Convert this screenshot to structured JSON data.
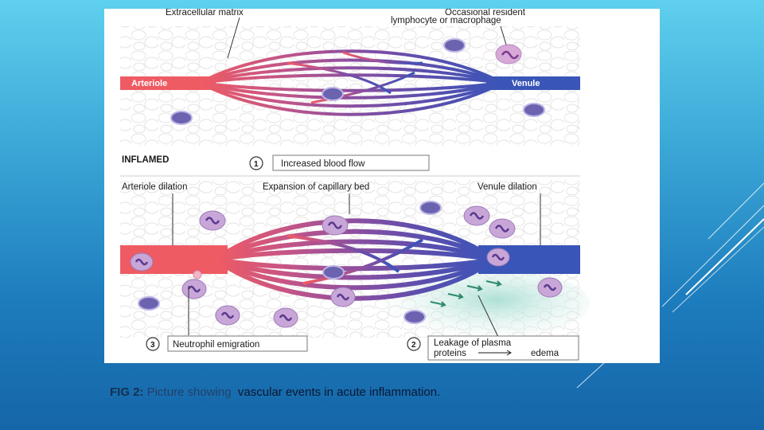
{
  "figure": {
    "normal": {
      "extracellular_matrix": "Extracellular matrix",
      "resident_cell_line1": "Occasional resident",
      "resident_cell_line2": "lymphocyte or macrophage",
      "arteriole": "Arteriole",
      "venule": "Venule"
    },
    "inflamed": {
      "heading": "INFLAMED",
      "step1_number": "1",
      "step1_label": "Increased blood flow",
      "arteriole_dilation": "Arteriole dilation",
      "capillary_expansion": "Expansion of capillary bed",
      "venule_dilation": "Venule dilation",
      "step3_number": "3",
      "step3_label": "Neutrophil emigration",
      "step2_number": "2",
      "step2_label_line1": "Leakage of plasma",
      "step2_label_line2a": "proteins",
      "step2_label_line2b": "edema"
    },
    "colors": {
      "arterial": "#e8545c",
      "venous": "#3a55b8",
      "edema": "#bfe6dc",
      "cell": "#6b62b0",
      "neutrophil": "#c9a6d8"
    }
  },
  "caption": {
    "fig_label": "FIG 2:",
    "prefix": "Picture showing",
    "text": "vascular events in acute inflammation."
  }
}
